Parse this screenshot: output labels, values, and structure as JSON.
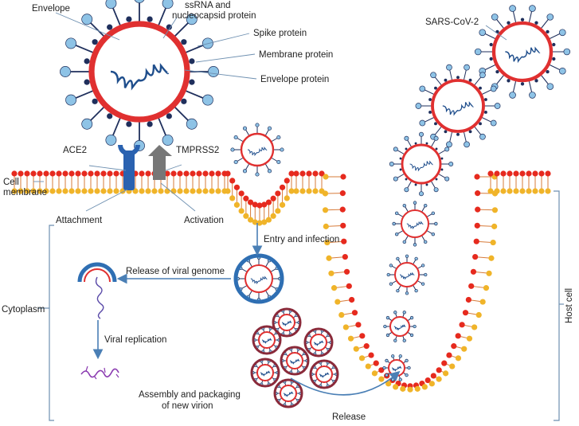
{
  "labels": {
    "envelope": "Envelope",
    "ssrna_line1": "ssRNA and",
    "ssrna_line2": "nucleocapsid protein",
    "spike_protein": "Spike protein",
    "membrane_protein": "Membrane protein",
    "envelope_protein": "Envelope protein",
    "sars_cov_2": "SARS-CoV-2",
    "ace2": "ACE2",
    "tmprss2": "TMPRSS2",
    "cell_membrane_line1": "Cell",
    "cell_membrane_line2": "membrane",
    "attachment": "Attachment",
    "activation": "Activation",
    "entry_and_infection": "Entry and infection",
    "release_of_viral_genome": "Release of viral genome",
    "cytoplasm": "Cytoplasm",
    "viral_replication": "Viral replication",
    "assembly_line1": "Assembly and packaging",
    "assembly_line2": "of new virion",
    "release": "Release",
    "host_cell": "Host cell"
  },
  "colors": {
    "envelope_red": "#e03030",
    "spike_blue": "#8ec3e6",
    "membrane_navy": "#1f2f5c",
    "rna_blue": "#1f4e8c",
    "lipid_red": "#e62a1e",
    "lipid_yellow": "#f0b429",
    "ace2_blue": "#2a62b0",
    "tmprss2_gray": "#777777",
    "bracket": "#6d8fb0",
    "arrow": "#4a7fb5",
    "vesicle": "#8a2a3a",
    "endosome": "#2f6fb3"
  }
}
